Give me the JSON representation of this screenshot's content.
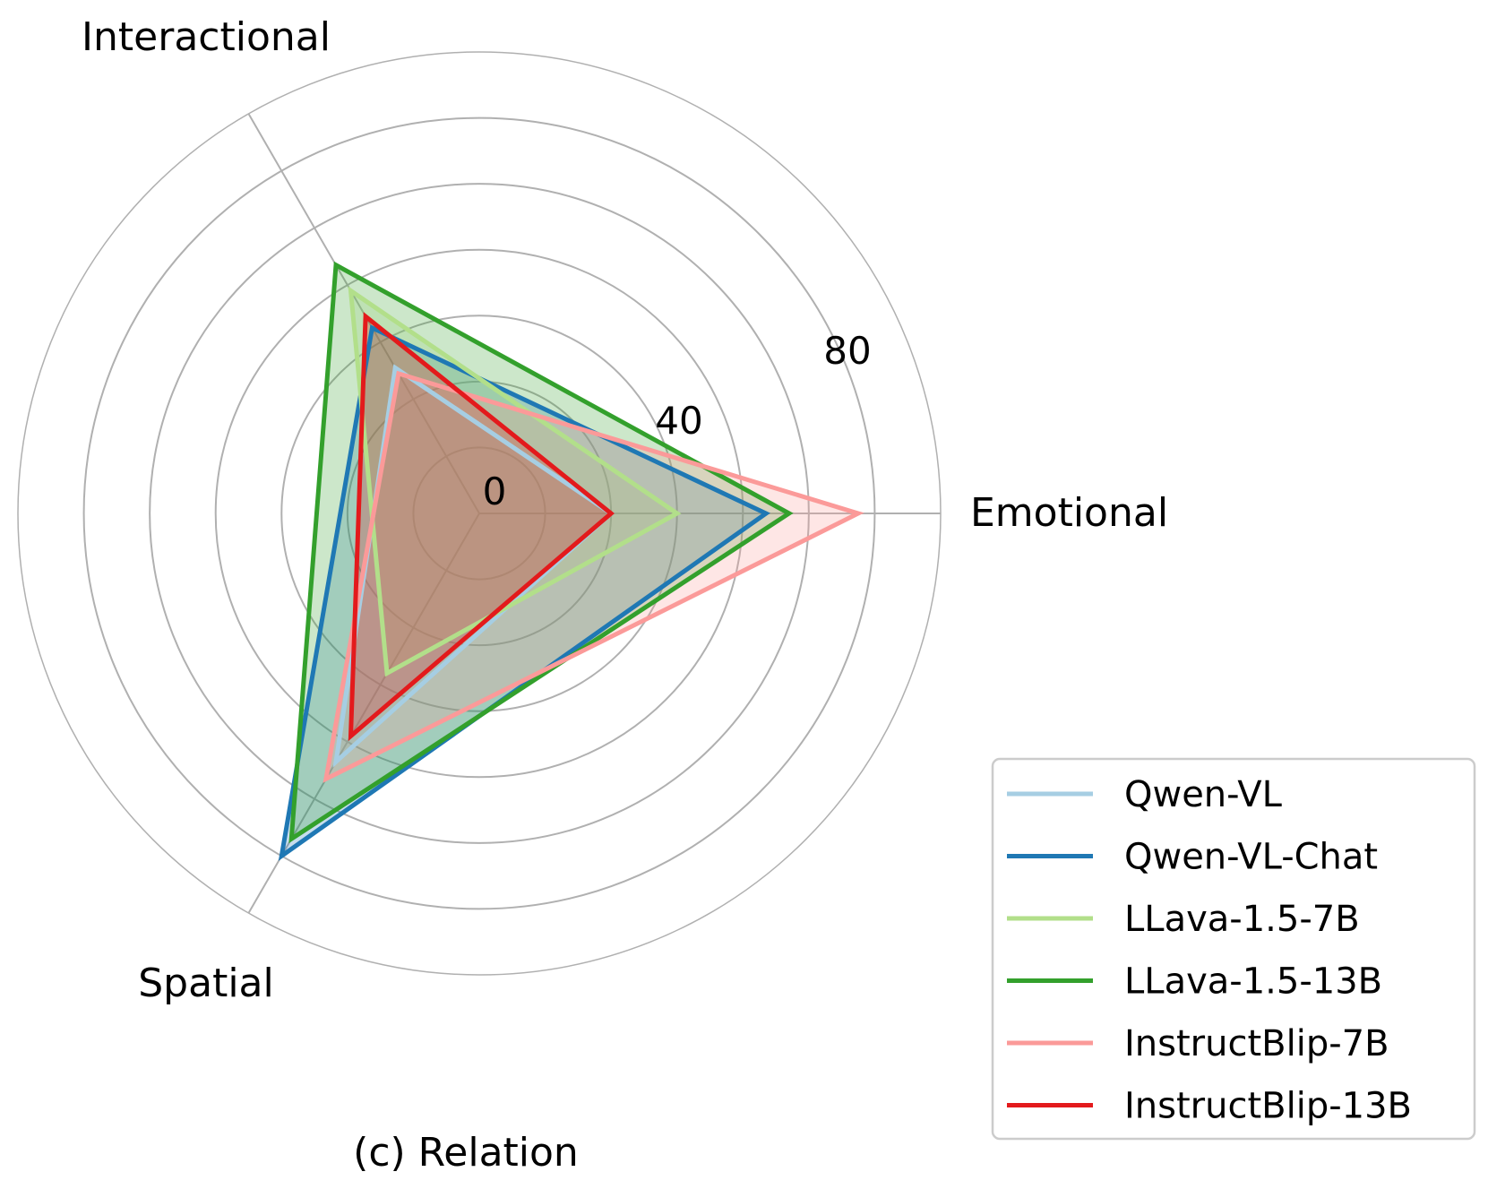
{
  "chart_data": {
    "type": "radar",
    "title": "",
    "caption": "(c) Relation",
    "axes": [
      "Emotional",
      "Interactional",
      "Spatial"
    ],
    "radial_range": [
      -20,
      120
    ],
    "radial_ticks": [
      "0",
      "40",
      "80"
    ],
    "grid": true,
    "legend_position": "lower-right",
    "series": [
      {
        "name": "Qwen-VL",
        "color": "#a6cee3",
        "values": [
          20,
          31,
          67
        ]
      },
      {
        "name": "Qwen-VL-Chat",
        "color": "#1f78b4",
        "values": [
          67,
          45,
          100
        ]
      },
      {
        "name": "LLava-1.5-7B",
        "color": "#b2df8a",
        "values": [
          40,
          58,
          36
        ]
      },
      {
        "name": "LLava-1.5-13B",
        "color": "#33a02c",
        "values": [
          74,
          67,
          94
        ]
      },
      {
        "name": "InstructBlip-7B",
        "color": "#fb9a99",
        "values": [
          95,
          29,
          73
        ]
      },
      {
        "name": "InstructBlip-13B",
        "color": "#e31a1c",
        "values": [
          20,
          49,
          58
        ]
      }
    ]
  }
}
